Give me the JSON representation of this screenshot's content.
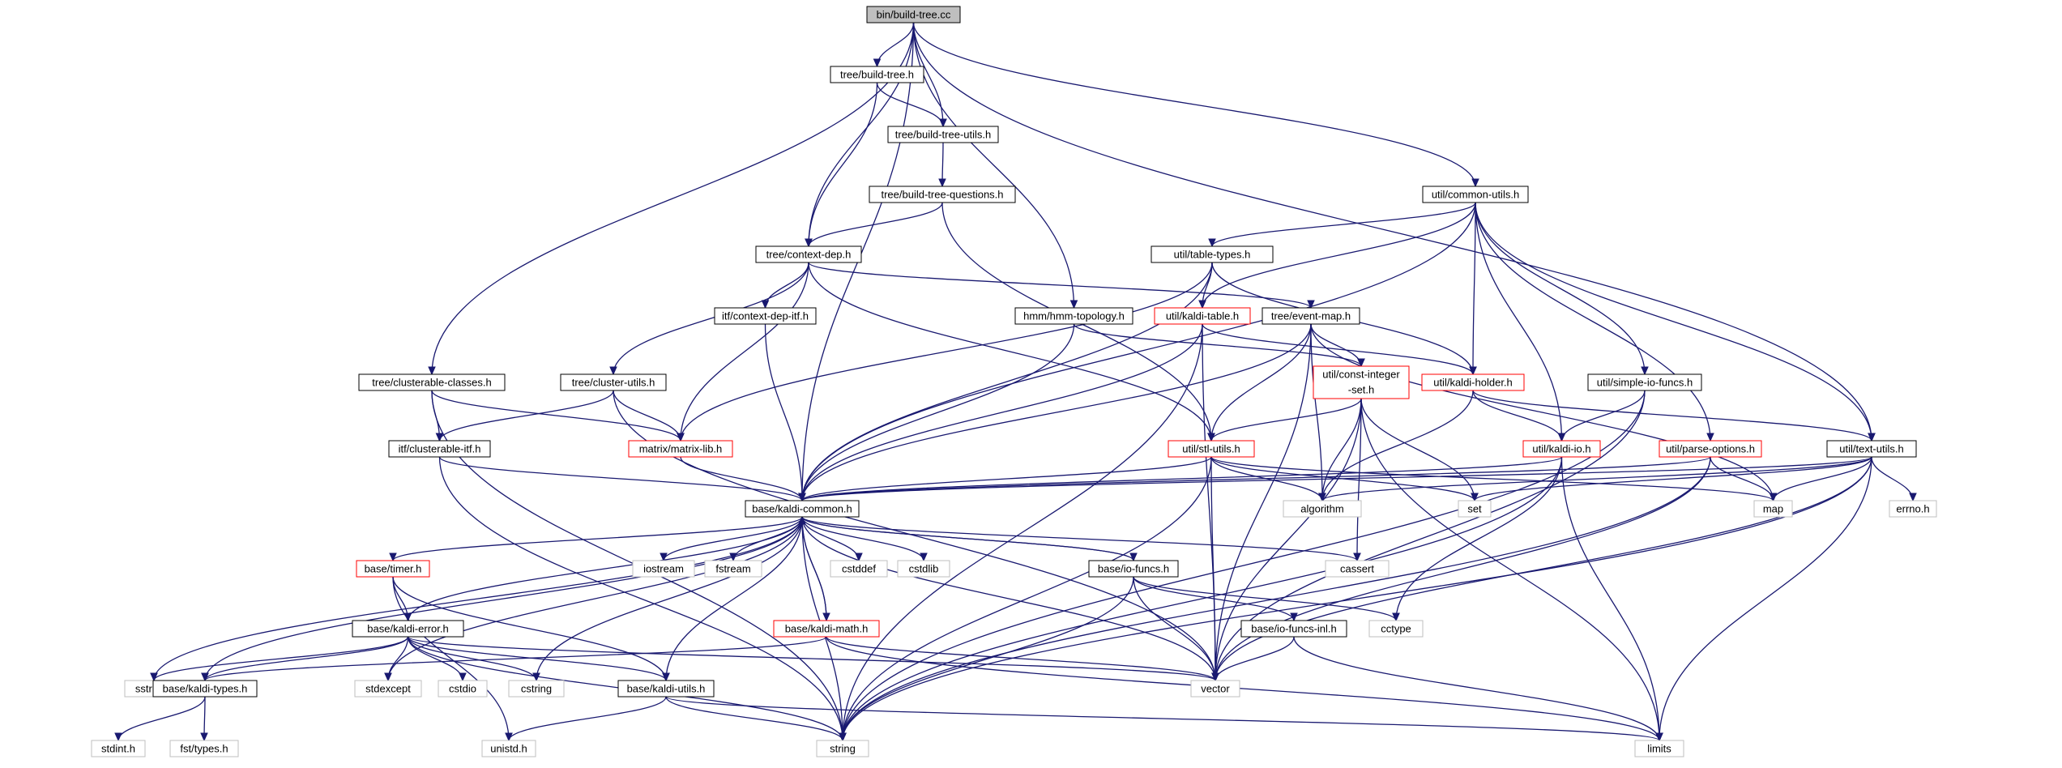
{
  "graph": {
    "colors": {
      "edge": "#191970",
      "root_fill": "#bfbfbf",
      "normal_border": "#000000",
      "truncated_border": "#ff0000",
      "system_border": "#bfbfbf",
      "text": "#000000"
    },
    "nodes": [
      {
        "id": "n_root",
        "label": "bin/build-tree.cc",
        "style": "root"
      },
      {
        "id": "n_bt",
        "label": "tree/build-tree.h",
        "style": "normal"
      },
      {
        "id": "n_btu",
        "label": "tree/build-tree-utils.h",
        "style": "normal"
      },
      {
        "id": "n_btq",
        "label": "tree/build-tree-questions.h",
        "style": "normal"
      },
      {
        "id": "n_cd",
        "label": "tree/context-dep.h",
        "style": "normal"
      },
      {
        "id": "n_cu",
        "label": "util/common-utils.h",
        "style": "normal"
      },
      {
        "id": "n_tt",
        "label": "util/table-types.h",
        "style": "normal"
      },
      {
        "id": "n_cditf",
        "label": "itf/context-dep-itf.h",
        "style": "normal"
      },
      {
        "id": "n_hmm",
        "label": "hmm/hmm-topology.h",
        "style": "normal"
      },
      {
        "id": "n_kt",
        "label": "util/kaldi-table.h",
        "style": "truncated"
      },
      {
        "id": "n_em",
        "label": "tree/event-map.h",
        "style": "normal"
      },
      {
        "id": "n_cc",
        "label": "tree/clusterable-classes.h",
        "style": "normal"
      },
      {
        "id": "n_clu",
        "label": "tree/cluster-utils.h",
        "style": "normal"
      },
      {
        "id": "n_cis",
        "label": [
          "util/const-integer",
          "-set.h"
        ],
        "style": "truncated"
      },
      {
        "id": "n_kh",
        "label": "util/kaldi-holder.h",
        "style": "truncated"
      },
      {
        "id": "n_sio",
        "label": "util/simple-io-funcs.h",
        "style": "normal"
      },
      {
        "id": "n_citf",
        "label": "itf/clusterable-itf.h",
        "style": "normal"
      },
      {
        "id": "n_ml",
        "label": "matrix/matrix-lib.h",
        "style": "truncated"
      },
      {
        "id": "n_su",
        "label": "util/stl-utils.h",
        "style": "truncated"
      },
      {
        "id": "n_kio",
        "label": "util/kaldi-io.h",
        "style": "truncated"
      },
      {
        "id": "n_po",
        "label": "util/parse-options.h",
        "style": "truncated"
      },
      {
        "id": "n_tu",
        "label": "util/text-utils.h",
        "style": "normal"
      },
      {
        "id": "n_kc",
        "label": "base/kaldi-common.h",
        "style": "normal"
      },
      {
        "id": "n_alg",
        "label": "algorithm",
        "style": "system"
      },
      {
        "id": "n_set",
        "label": "set",
        "style": "system"
      },
      {
        "id": "n_map",
        "label": "map",
        "style": "system"
      },
      {
        "id": "n_errno",
        "label": "errno.h",
        "style": "system"
      },
      {
        "id": "n_timer",
        "label": "base/timer.h",
        "style": "truncated"
      },
      {
        "id": "n_iostream",
        "label": "iostream",
        "style": "system"
      },
      {
        "id": "n_fstream",
        "label": "fstream",
        "style": "system"
      },
      {
        "id": "n_cstddef",
        "label": "cstddef",
        "style": "system"
      },
      {
        "id": "n_cstdlib",
        "label": "cstdlib",
        "style": "system"
      },
      {
        "id": "n_iof",
        "label": "base/io-funcs.h",
        "style": "normal"
      },
      {
        "id": "n_cassert",
        "label": "cassert",
        "style": "system"
      },
      {
        "id": "n_ke",
        "label": "base/kaldi-error.h",
        "style": "normal"
      },
      {
        "id": "n_km",
        "label": "base/kaldi-math.h",
        "style": "truncated"
      },
      {
        "id": "n_iofi",
        "label": "base/io-funcs-inl.h",
        "style": "normal"
      },
      {
        "id": "n_cctype",
        "label": "cctype",
        "style": "system"
      },
      {
        "id": "n_sstream",
        "label": "sstream",
        "style": "system"
      },
      {
        "id": "n_kty",
        "label": "base/kaldi-types.h",
        "style": "normal"
      },
      {
        "id": "n_stdexcept",
        "label": "stdexcept",
        "style": "system"
      },
      {
        "id": "n_cstdio",
        "label": "cstdio",
        "style": "system"
      },
      {
        "id": "n_cstring",
        "label": "cstring",
        "style": "system"
      },
      {
        "id": "n_ku",
        "label": "base/kaldi-utils.h",
        "style": "normal"
      },
      {
        "id": "n_vector",
        "label": "vector",
        "style": "system"
      },
      {
        "id": "n_stdint",
        "label": "stdint.h",
        "style": "system"
      },
      {
        "id": "n_fsttypes",
        "label": "fst/types.h",
        "style": "system"
      },
      {
        "id": "n_unistd",
        "label": "unistd.h",
        "style": "system"
      },
      {
        "id": "n_string",
        "label": "string",
        "style": "system"
      },
      {
        "id": "n_limits",
        "label": "limits",
        "style": "system"
      }
    ],
    "edges": [
      [
        "n_root",
        "n_bt"
      ],
      [
        "n_root",
        "n_btu"
      ],
      [
        "n_root",
        "n_cd"
      ],
      [
        "n_root",
        "n_cu"
      ],
      [
        "n_root",
        "n_hmm"
      ],
      [
        "n_root",
        "n_cc"
      ],
      [
        "n_root",
        "n_kc"
      ],
      [
        "n_root",
        "n_tu"
      ],
      [
        "n_bt",
        "n_btu"
      ],
      [
        "n_bt",
        "n_cd"
      ],
      [
        "n_btu",
        "n_btq"
      ],
      [
        "n_btq",
        "n_cd"
      ],
      [
        "n_btq",
        "n_su"
      ],
      [
        "n_cd",
        "n_cditf"
      ],
      [
        "n_cd",
        "n_em"
      ],
      [
        "n_cd",
        "n_clu"
      ],
      [
        "n_cd",
        "n_ml"
      ],
      [
        "n_cd",
        "n_su"
      ],
      [
        "n_cu",
        "n_tt"
      ],
      [
        "n_cu",
        "n_kt"
      ],
      [
        "n_cu",
        "n_kh"
      ],
      [
        "n_cu",
        "n_sio"
      ],
      [
        "n_cu",
        "n_kio"
      ],
      [
        "n_cu",
        "n_po"
      ],
      [
        "n_cu",
        "n_tu"
      ],
      [
        "n_cu",
        "n_kc"
      ],
      [
        "n_tt",
        "n_kt"
      ],
      [
        "n_tt",
        "n_kh"
      ],
      [
        "n_tt",
        "n_ml"
      ],
      [
        "n_tt",
        "n_kc"
      ],
      [
        "n_cditf",
        "n_kc"
      ],
      [
        "n_hmm",
        "n_kc"
      ],
      [
        "n_hmm",
        "n_cis"
      ],
      [
        "n_kt",
        "n_kh"
      ],
      [
        "n_kt",
        "n_vector"
      ],
      [
        "n_kt",
        "n_string"
      ],
      [
        "n_kt",
        "n_kc"
      ],
      [
        "n_em",
        "n_kc"
      ],
      [
        "n_em",
        "n_su"
      ],
      [
        "n_em",
        "n_cis"
      ],
      [
        "n_em",
        "n_alg"
      ],
      [
        "n_em",
        "n_vector"
      ],
      [
        "n_em",
        "n_map"
      ],
      [
        "n_cc",
        "n_citf"
      ],
      [
        "n_cc",
        "n_ml"
      ],
      [
        "n_cc",
        "n_string"
      ],
      [
        "n_clu",
        "n_ml"
      ],
      [
        "n_clu",
        "n_citf"
      ],
      [
        "n_clu",
        "n_vector"
      ],
      [
        "n_cis",
        "n_su"
      ],
      [
        "n_cis",
        "n_alg"
      ],
      [
        "n_cis",
        "n_set"
      ],
      [
        "n_cis",
        "n_cassert"
      ],
      [
        "n_cis",
        "n_vector"
      ],
      [
        "n_cis",
        "n_limits"
      ],
      [
        "n_kh",
        "n_kio"
      ],
      [
        "n_kh",
        "n_tu"
      ],
      [
        "n_kh",
        "n_alg"
      ],
      [
        "n_sio",
        "n_kio"
      ],
      [
        "n_sio",
        "n_vector"
      ],
      [
        "n_sio",
        "n_string"
      ],
      [
        "n_citf",
        "n_kc"
      ],
      [
        "n_citf",
        "n_string"
      ],
      [
        "n_ml",
        "n_kc"
      ],
      [
        "n_su",
        "n_kc"
      ],
      [
        "n_su",
        "n_alg"
      ],
      [
        "n_su",
        "n_set"
      ],
      [
        "n_su",
        "n_map"
      ],
      [
        "n_su",
        "n_vector"
      ],
      [
        "n_su",
        "n_string"
      ],
      [
        "n_kio",
        "n_kc"
      ],
      [
        "n_kio",
        "n_cctype"
      ],
      [
        "n_kio",
        "n_string"
      ],
      [
        "n_kio",
        "n_limits"
      ],
      [
        "n_po",
        "n_kc"
      ],
      [
        "n_po",
        "n_map"
      ],
      [
        "n_po",
        "n_vector"
      ],
      [
        "n_po",
        "n_string"
      ],
      [
        "n_tu",
        "n_kc"
      ],
      [
        "n_tu",
        "n_alg"
      ],
      [
        "n_tu",
        "n_set"
      ],
      [
        "n_tu",
        "n_map"
      ],
      [
        "n_tu",
        "n_errno"
      ],
      [
        "n_tu",
        "n_vector"
      ],
      [
        "n_tu",
        "n_string"
      ],
      [
        "n_tu",
        "n_limits"
      ],
      [
        "n_kc",
        "n_timer"
      ],
      [
        "n_kc",
        "n_iostream"
      ],
      [
        "n_kc",
        "n_fstream"
      ],
      [
        "n_kc",
        "n_cstddef"
      ],
      [
        "n_kc",
        "n_cstdlib"
      ],
      [
        "n_kc",
        "n_iof"
      ],
      [
        "n_kc",
        "n_cassert"
      ],
      [
        "n_kc",
        "n_ke"
      ],
      [
        "n_kc",
        "n_km"
      ],
      [
        "n_kc",
        "n_sstream"
      ],
      [
        "n_kc",
        "n_kty"
      ],
      [
        "n_kc",
        "n_stdexcept"
      ],
      [
        "n_kc",
        "n_cstring"
      ],
      [
        "n_kc",
        "n_ku"
      ],
      [
        "n_kc",
        "n_vector"
      ],
      [
        "n_kc",
        "n_string"
      ],
      [
        "n_timer",
        "n_ke"
      ],
      [
        "n_timer",
        "n_ku"
      ],
      [
        "n_timer",
        "n_unistd"
      ],
      [
        "n_iof",
        "n_kc"
      ],
      [
        "n_iof",
        "n_iofi"
      ],
      [
        "n_iof",
        "n_cctype"
      ],
      [
        "n_iof",
        "n_vector"
      ],
      [
        "n_iof",
        "n_string"
      ],
      [
        "n_km",
        "n_kc"
      ],
      [
        "n_km",
        "n_kty"
      ],
      [
        "n_km",
        "n_vector"
      ],
      [
        "n_km",
        "n_limits"
      ],
      [
        "n_iofi",
        "n_vector"
      ],
      [
        "n_iofi",
        "n_limits"
      ],
      [
        "n_ke",
        "n_kty"
      ],
      [
        "n_ke",
        "n_ku"
      ],
      [
        "n_ke",
        "n_sstream"
      ],
      [
        "n_ke",
        "n_stdexcept"
      ],
      [
        "n_ke",
        "n_cstdio"
      ],
      [
        "n_ke",
        "n_cstring"
      ],
      [
        "n_ke",
        "n_vector"
      ],
      [
        "n_ke",
        "n_string"
      ],
      [
        "n_kty",
        "n_stdint"
      ],
      [
        "n_kty",
        "n_fsttypes"
      ],
      [
        "n_ku",
        "n_unistd"
      ],
      [
        "n_ku",
        "n_string"
      ],
      [
        "n_ku",
        "n_limits"
      ]
    ]
  }
}
